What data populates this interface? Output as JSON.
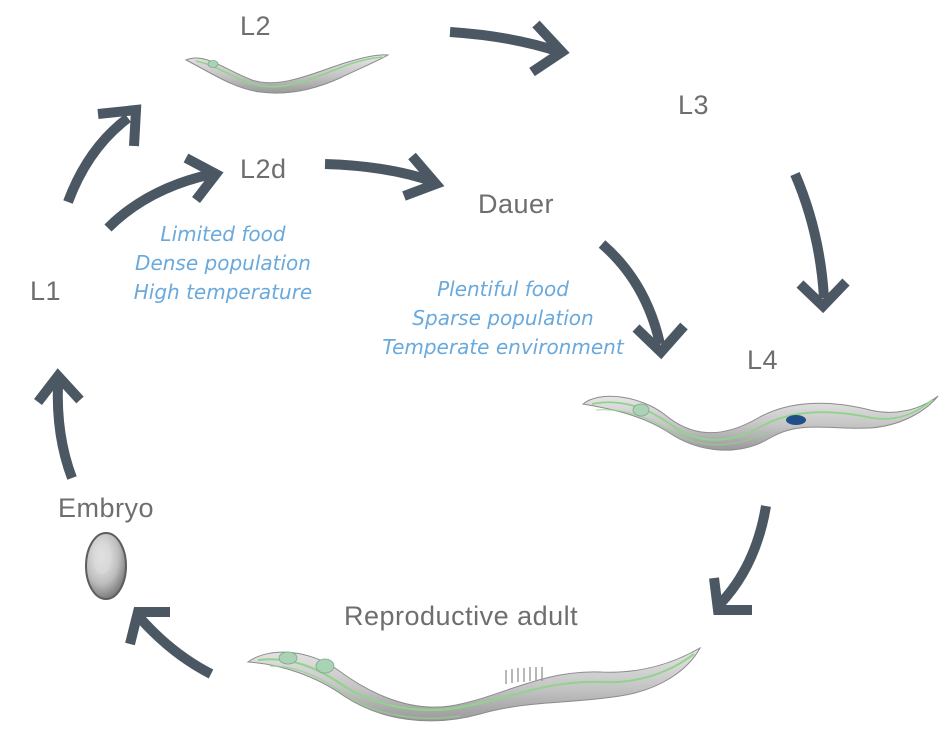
{
  "stages": {
    "l1": "L1",
    "l2": "L2",
    "l2d": "L2d",
    "l3": "L3",
    "dauer": "Dauer",
    "l4": "L4",
    "adult": "Reproductive adult",
    "embryo": "Embryo"
  },
  "conditions": {
    "unfavorable": [
      "Limited food",
      "Dense population",
      "High temperature"
    ],
    "favorable": [
      "Plentiful food",
      "Sparse population",
      "Temperate environment"
    ]
  },
  "colors": {
    "arrow": "#4b5864",
    "label": "#6e6e6e",
    "condition": "#6aa9dc",
    "worm_body": "#c9c9c9",
    "worm_stripe": "#8fd48a"
  },
  "icons": {
    "arrow": "curved-arrow-icon",
    "worm": "nematode-worm-icon",
    "egg": "embryo-egg-icon"
  }
}
